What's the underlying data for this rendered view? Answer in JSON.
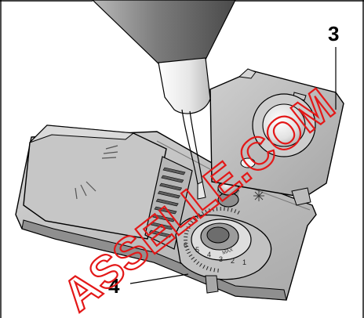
{
  "callouts": {
    "three": "3",
    "four": "4"
  },
  "dial": {
    "max_label": "MAX",
    "numbers": [
      "6",
      "5",
      "4",
      "3",
      "2",
      "1"
    ]
  },
  "watermark": {
    "text": "ASSELLE.COM",
    "color": "#e31818"
  }
}
